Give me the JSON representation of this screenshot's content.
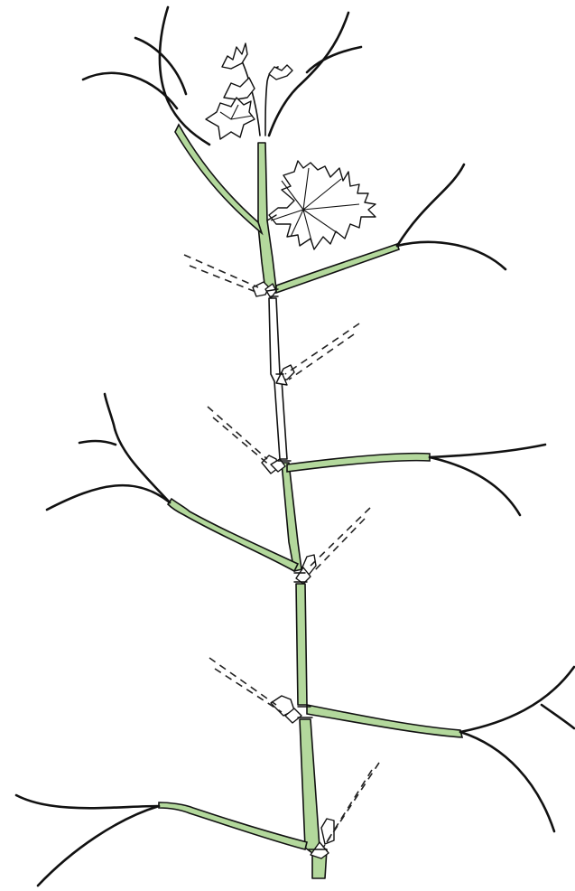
{
  "figure": {
    "subject": "grapevine-shoot",
    "colors": {
      "green_stem": "#b3d89c",
      "stem_outline": "#111111",
      "white_stem": "#ffffff",
      "background": "#ffffff"
    },
    "nodes": [
      {
        "id": 1,
        "color_zone": "green",
        "lateral": "right"
      },
      {
        "id": 2,
        "color_zone": "white",
        "lateral": "none"
      },
      {
        "id": 3,
        "color_zone": "green",
        "lateral": "right"
      },
      {
        "id": 4,
        "color_zone": "green",
        "lateral": "left"
      },
      {
        "id": 5,
        "color_zone": "green",
        "lateral": "right"
      },
      {
        "id": 6,
        "color_zone": "green",
        "lateral": "left"
      }
    ]
  }
}
